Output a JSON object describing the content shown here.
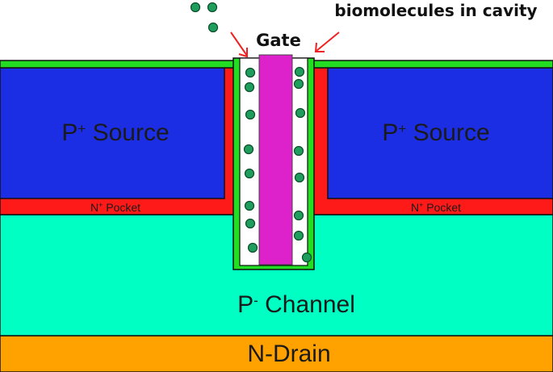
{
  "annotation": {
    "text": "biomolecules in cavity"
  },
  "gate": {
    "label": "Gate"
  },
  "source_left": {
    "main": "P",
    "sup": "+",
    "rest": " Source"
  },
  "source_right": {
    "main": "P",
    "sup": "+",
    "rest": " Source"
  },
  "pocket_left": {
    "main": "N",
    "sup": "+",
    "rest": " Pocket"
  },
  "pocket_right": {
    "main": "N",
    "sup": "+",
    "rest": " Pocket"
  },
  "channel": {
    "main": "P",
    "sup": "-",
    "rest": " Channel"
  },
  "drain": {
    "label": "N-Drain"
  },
  "colors": {
    "source": "#1c2ee3",
    "pocket": "#ff1a1a",
    "channel": "#00ffc2",
    "drain": "#ffa200",
    "oxide": "#22dd22",
    "gate": "#dd22cc",
    "biomolecule": "#1f9d5c",
    "arrow": "#ee2222"
  }
}
